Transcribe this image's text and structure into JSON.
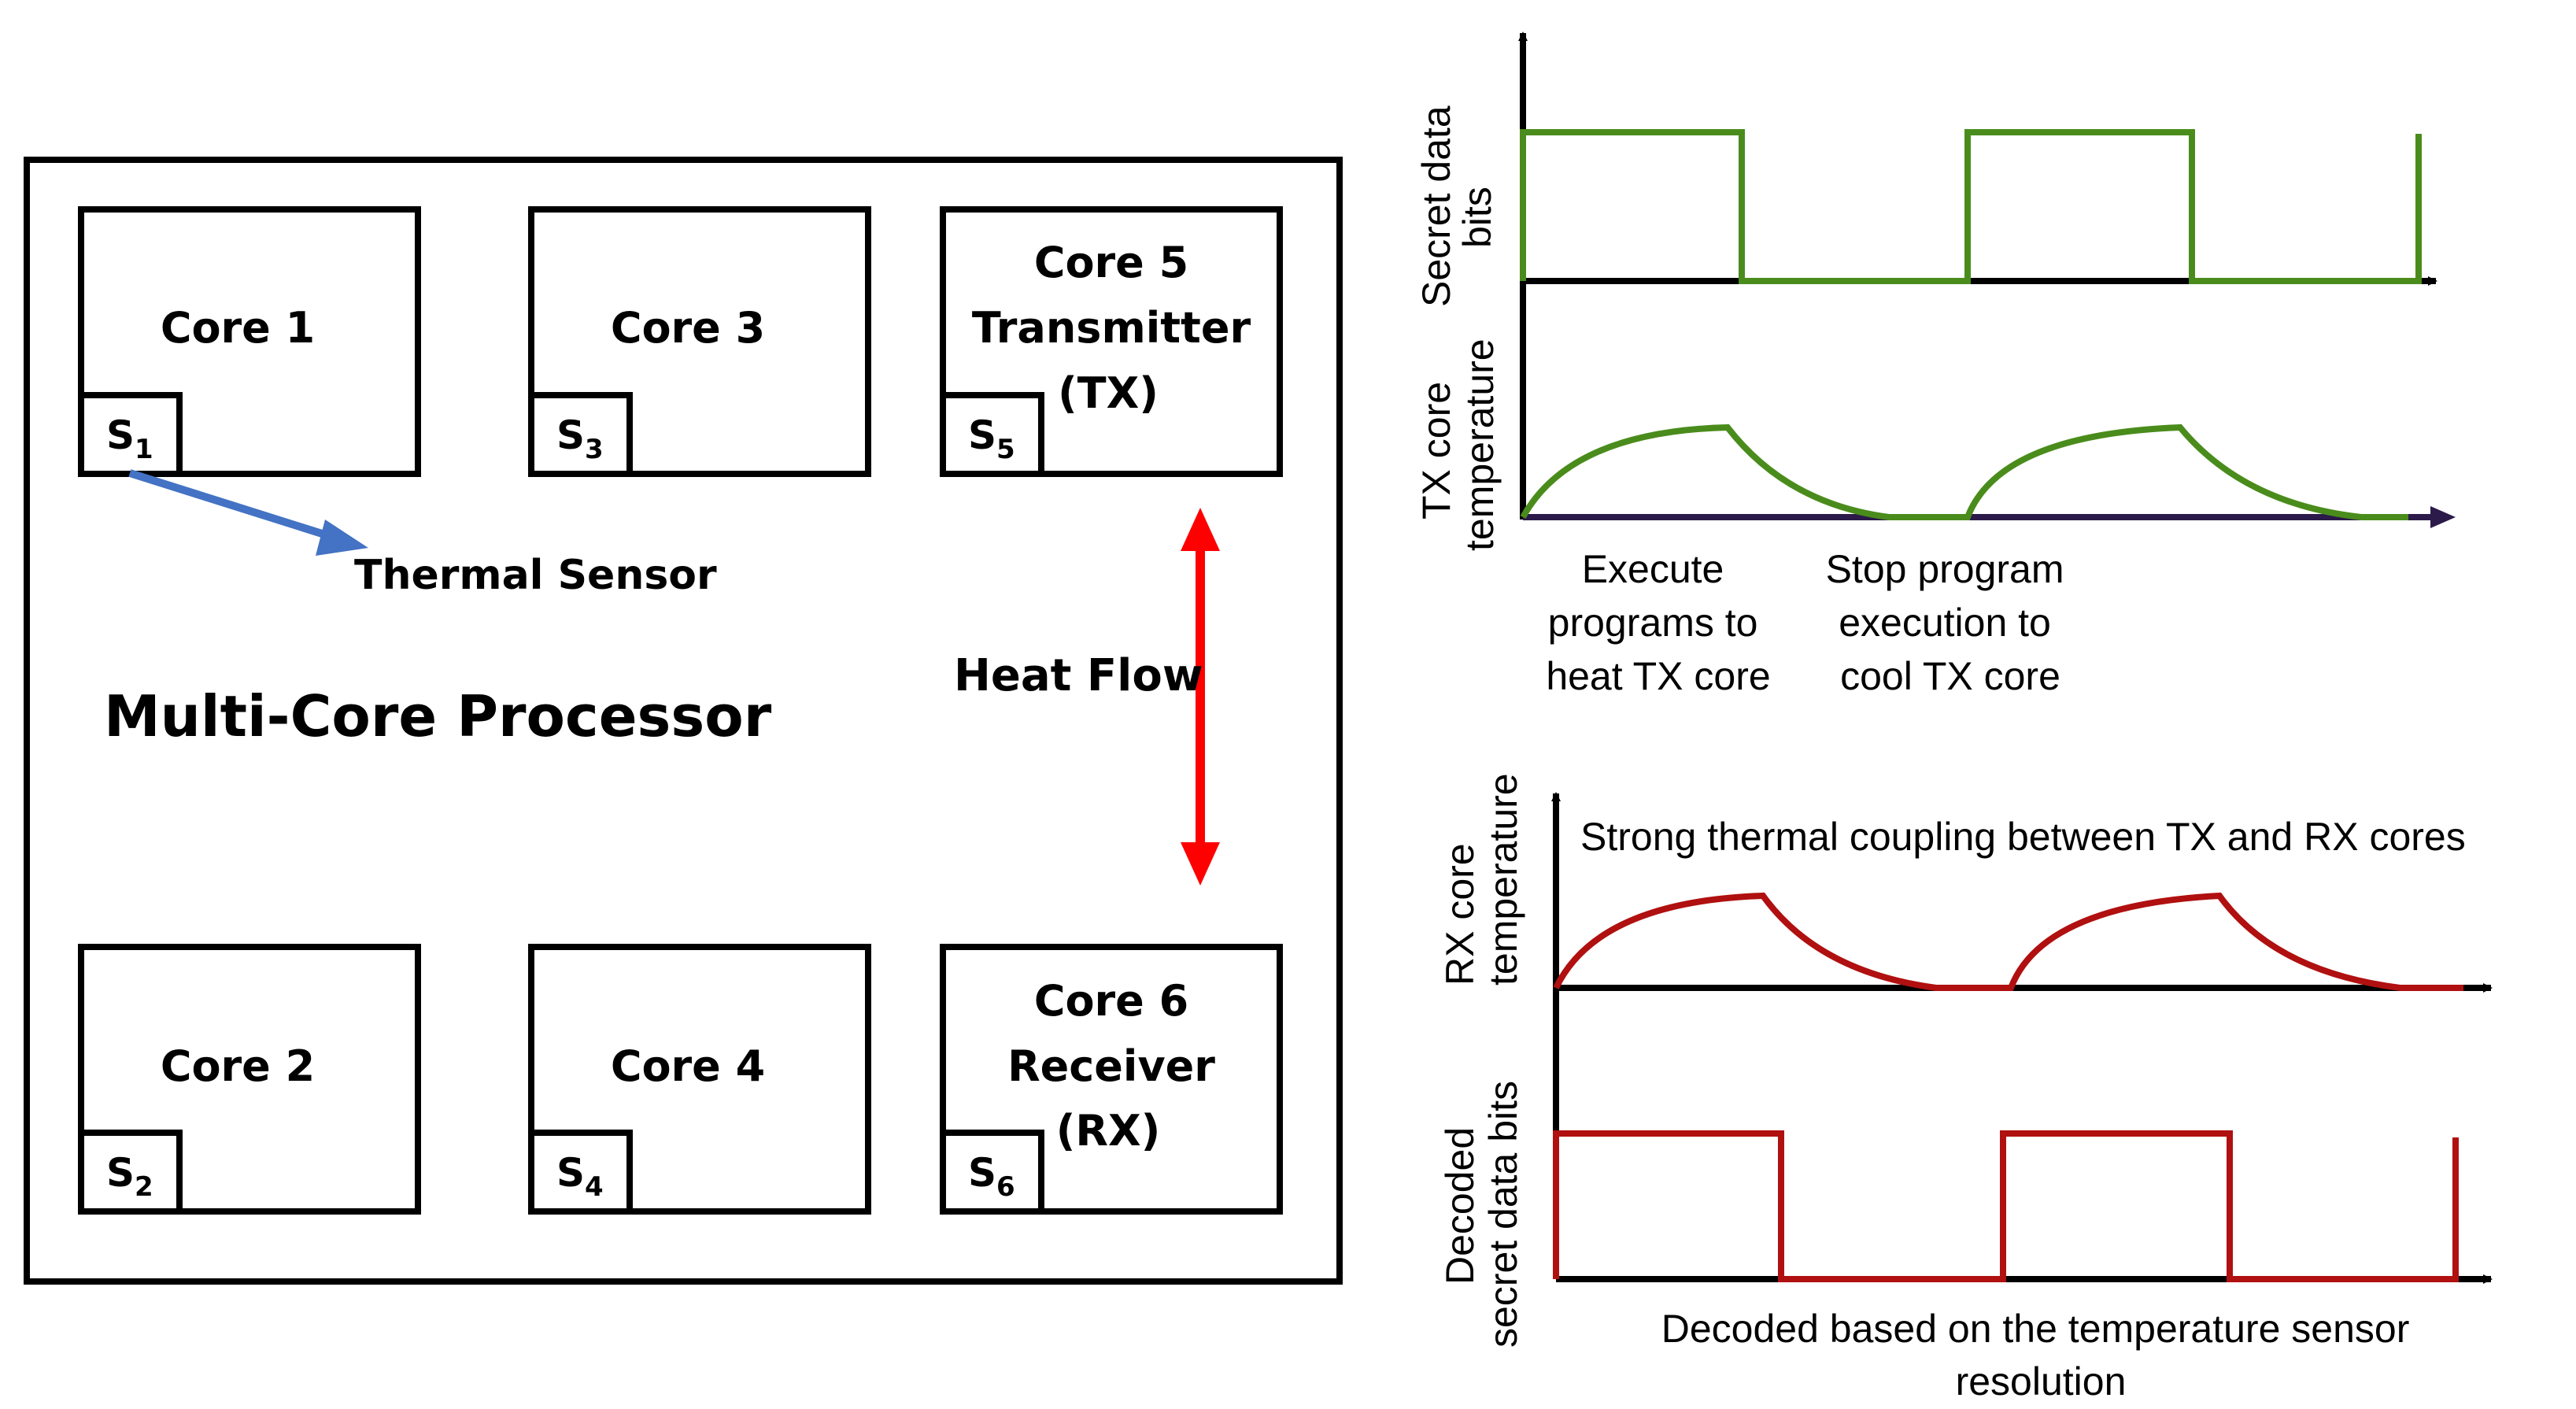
{
  "processor": {
    "title": "Multi-Core Processor",
    "thermal_sensor_label": "Thermal Sensor",
    "heat_flow_label": "Heat Flow",
    "cores": [
      {
        "lines": [
          "Core 1"
        ],
        "sensor": "S",
        "sensor_sub": "1"
      },
      {
        "lines": [
          "Core 3"
        ],
        "sensor": "S",
        "sensor_sub": "3"
      },
      {
        "lines": [
          "Core 5",
          "Transmitter",
          "(TX)"
        ],
        "sensor": "S",
        "sensor_sub": "5"
      },
      {
        "lines": [
          "Core 2"
        ],
        "sensor": "S",
        "sensor_sub": "2"
      },
      {
        "lines": [
          "Core 4"
        ],
        "sensor": "S",
        "sensor_sub": "4"
      },
      {
        "lines": [
          "Core 6",
          "Receiver",
          "(RX)"
        ],
        "sensor": "S",
        "sensor_sub": "6"
      }
    ]
  },
  "tx_plot": {
    "secret_ylabel": [
      "Secret data",
      "bits"
    ],
    "temp_ylabel": [
      "TX core",
      "temperature"
    ],
    "annotation_heat": [
      "Execute",
      "programs to",
      "heat TX core"
    ],
    "annotation_cool": [
      "Stop program",
      "execution to",
      "cool TX core"
    ]
  },
  "rx_plot": {
    "temp_ylabel": [
      "RX core",
      "temperature"
    ],
    "coupling_note": "Strong thermal coupling between TX and RX cores",
    "decoded_ylabel": [
      "Decoded",
      "secret data bits"
    ],
    "decoded_note": [
      "Decoded based on the temperature sensor",
      "resolution"
    ]
  },
  "colors": {
    "outline": "#000000",
    "tx_signal": "#4a8c1c",
    "rx_signal": "#b01010",
    "sensor_arrow": "#4472c4",
    "heat_flow": "#ff0000",
    "tx_axis": "#2b1a4a"
  }
}
